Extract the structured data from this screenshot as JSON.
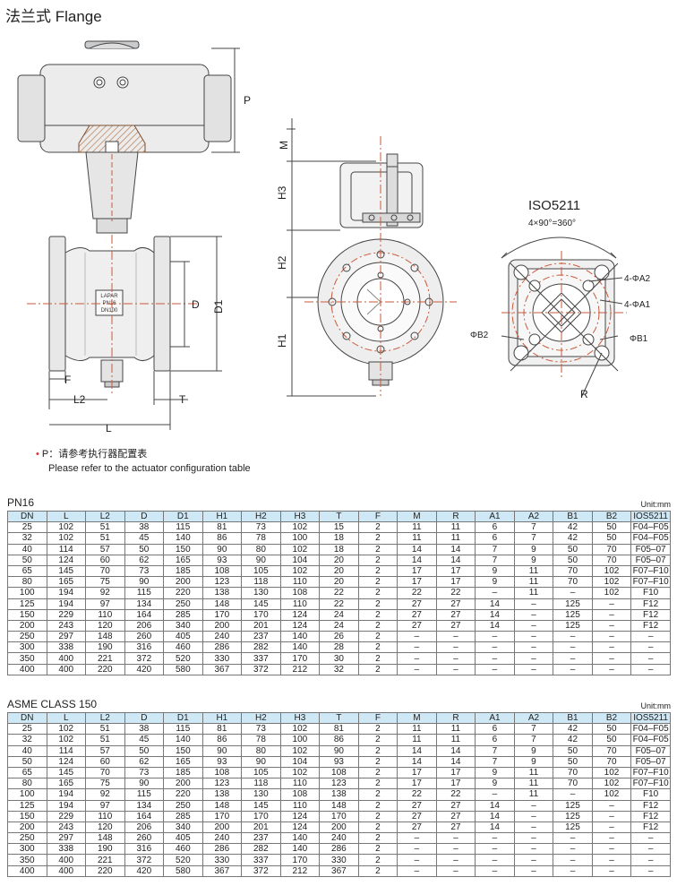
{
  "title": "法兰式 Flange",
  "drawing": {
    "dims": [
      "P",
      "M",
      "H3",
      "H2",
      "H1",
      "D",
      "D1",
      "F",
      "L2",
      "L",
      "T",
      "R"
    ],
    "label_iso": "ISO5211",
    "label_angle": "4×90°=360°",
    "label_a2": "4-ΦA2",
    "label_a1": "4-ΦA1",
    "label_b1": "ΦB1",
    "label_b2": "ΦB2",
    "plate": [
      "LAPAR",
      "PN16",
      "DN100"
    ]
  },
  "note": {
    "bullet": "•",
    "cn": "P：请参考执行器配置表",
    "en": "Please refer to the actuator configuration table"
  },
  "columns": [
    "DN",
    "L",
    "L2",
    "D",
    "D1",
    "H1",
    "H2",
    "H3",
    "T",
    "F",
    "M",
    "R",
    "A1",
    "A2",
    "B1",
    "B2",
    "IOS5211"
  ],
  "unit": "Unit:mm",
  "tables": [
    {
      "name": "PN16",
      "rows": [
        [
          "25",
          "102",
          "51",
          "38",
          "115",
          "81",
          "73",
          "102",
          "15",
          "2",
          "11",
          "11",
          "6",
          "7",
          "42",
          "50",
          "F04–F05"
        ],
        [
          "32",
          "102",
          "51",
          "45",
          "140",
          "86",
          "78",
          "100",
          "18",
          "2",
          "11",
          "11",
          "6",
          "7",
          "42",
          "50",
          "F04–F05"
        ],
        [
          "40",
          "114",
          "57",
          "50",
          "150",
          "90",
          "80",
          "102",
          "18",
          "2",
          "14",
          "14",
          "7",
          "9",
          "50",
          "70",
          "F05–07"
        ],
        [
          "50",
          "124",
          "60",
          "62",
          "165",
          "93",
          "90",
          "104",
          "20",
          "2",
          "14",
          "14",
          "7",
          "9",
          "50",
          "70",
          "F05–07"
        ],
        [
          "65",
          "145",
          "70",
          "73",
          "185",
          "108",
          "105",
          "102",
          "20",
          "2",
          "17",
          "17",
          "9",
          "11",
          "70",
          "102",
          "F07–F10"
        ],
        [
          "80",
          "165",
          "75",
          "90",
          "200",
          "123",
          "118",
          "110",
          "20",
          "2",
          "17",
          "17",
          "9",
          "11",
          "70",
          "102",
          "F07–F10"
        ],
        [
          "100",
          "194",
          "92",
          "115",
          "220",
          "138",
          "130",
          "108",
          "22",
          "2",
          "22",
          "22",
          "–",
          "11",
          "–",
          "102",
          "F10"
        ],
        [
          "125",
          "194",
          "97",
          "134",
          "250",
          "148",
          "145",
          "110",
          "22",
          "2",
          "27",
          "27",
          "14",
          "–",
          "125",
          "–",
          "F12"
        ],
        [
          "150",
          "229",
          "110",
          "164",
          "285",
          "170",
          "170",
          "124",
          "24",
          "2",
          "27",
          "27",
          "14",
          "–",
          "125",
          "–",
          "F12"
        ],
        [
          "200",
          "243",
          "120",
          "206",
          "340",
          "200",
          "201",
          "124",
          "24",
          "2",
          "27",
          "27",
          "14",
          "–",
          "125",
          "–",
          "F12"
        ],
        [
          "250",
          "297",
          "148",
          "260",
          "405",
          "240",
          "237",
          "140",
          "26",
          "2",
          "–",
          "–",
          "–",
          "–",
          "–",
          "–",
          "–"
        ],
        [
          "300",
          "338",
          "190",
          "316",
          "460",
          "286",
          "282",
          "140",
          "28",
          "2",
          "–",
          "–",
          "–",
          "–",
          "–",
          "–",
          "–"
        ],
        [
          "350",
          "400",
          "221",
          "372",
          "520",
          "330",
          "337",
          "170",
          "30",
          "2",
          "–",
          "–",
          "–",
          "–",
          "–",
          "–",
          "–"
        ],
        [
          "400",
          "400",
          "220",
          "420",
          "580",
          "367",
          "372",
          "212",
          "32",
          "2",
          "–",
          "–",
          "–",
          "–",
          "–",
          "–",
          "–"
        ]
      ]
    },
    {
      "name": "ASME CLASS 150",
      "rows": [
        [
          "25",
          "102",
          "51",
          "38",
          "115",
          "81",
          "73",
          "102",
          "81",
          "2",
          "11",
          "11",
          "6",
          "7",
          "42",
          "50",
          "F04–F05"
        ],
        [
          "32",
          "102",
          "51",
          "45",
          "140",
          "86",
          "78",
          "100",
          "86",
          "2",
          "11",
          "11",
          "6",
          "7",
          "42",
          "50",
          "F04–F05"
        ],
        [
          "40",
          "114",
          "57",
          "50",
          "150",
          "90",
          "80",
          "102",
          "90",
          "2",
          "14",
          "14",
          "7",
          "9",
          "50",
          "70",
          "F05–07"
        ],
        [
          "50",
          "124",
          "60",
          "62",
          "165",
          "93",
          "90",
          "104",
          "93",
          "2",
          "14",
          "14",
          "7",
          "9",
          "50",
          "70",
          "F05–07"
        ],
        [
          "65",
          "145",
          "70",
          "73",
          "185",
          "108",
          "105",
          "102",
          "108",
          "2",
          "17",
          "17",
          "9",
          "11",
          "70",
          "102",
          "F07–F10"
        ],
        [
          "80",
          "165",
          "75",
          "90",
          "200",
          "123",
          "118",
          "110",
          "123",
          "2",
          "17",
          "17",
          "9",
          "11",
          "70",
          "102",
          "F07–F10"
        ],
        [
          "100",
          "194",
          "92",
          "115",
          "220",
          "138",
          "130",
          "108",
          "138",
          "2",
          "22",
          "22",
          "–",
          "11",
          "–",
          "102",
          "F10"
        ],
        [
          "125",
          "194",
          "97",
          "134",
          "250",
          "148",
          "145",
          "110",
          "148",
          "2",
          "27",
          "27",
          "14",
          "–",
          "125",
          "–",
          "F12"
        ],
        [
          "150",
          "229",
          "110",
          "164",
          "285",
          "170",
          "170",
          "124",
          "170",
          "2",
          "27",
          "27",
          "14",
          "–",
          "125",
          "–",
          "F12"
        ],
        [
          "200",
          "243",
          "120",
          "206",
          "340",
          "200",
          "201",
          "124",
          "200",
          "2",
          "27",
          "27",
          "14",
          "–",
          "125",
          "–",
          "F12"
        ],
        [
          "250",
          "297",
          "148",
          "260",
          "405",
          "240",
          "237",
          "140",
          "240",
          "2",
          "–",
          "–",
          "–",
          "–",
          "–",
          "–",
          "–"
        ],
        [
          "300",
          "338",
          "190",
          "316",
          "460",
          "286",
          "282",
          "140",
          "286",
          "2",
          "–",
          "–",
          "–",
          "–",
          "–",
          "–",
          "–"
        ],
        [
          "350",
          "400",
          "221",
          "372",
          "520",
          "330",
          "337",
          "170",
          "330",
          "2",
          "–",
          "–",
          "–",
          "–",
          "–",
          "–",
          "–"
        ],
        [
          "400",
          "400",
          "220",
          "420",
          "580",
          "367",
          "372",
          "212",
          "367",
          "2",
          "–",
          "–",
          "–",
          "–",
          "–",
          "–",
          "–"
        ]
      ]
    }
  ]
}
